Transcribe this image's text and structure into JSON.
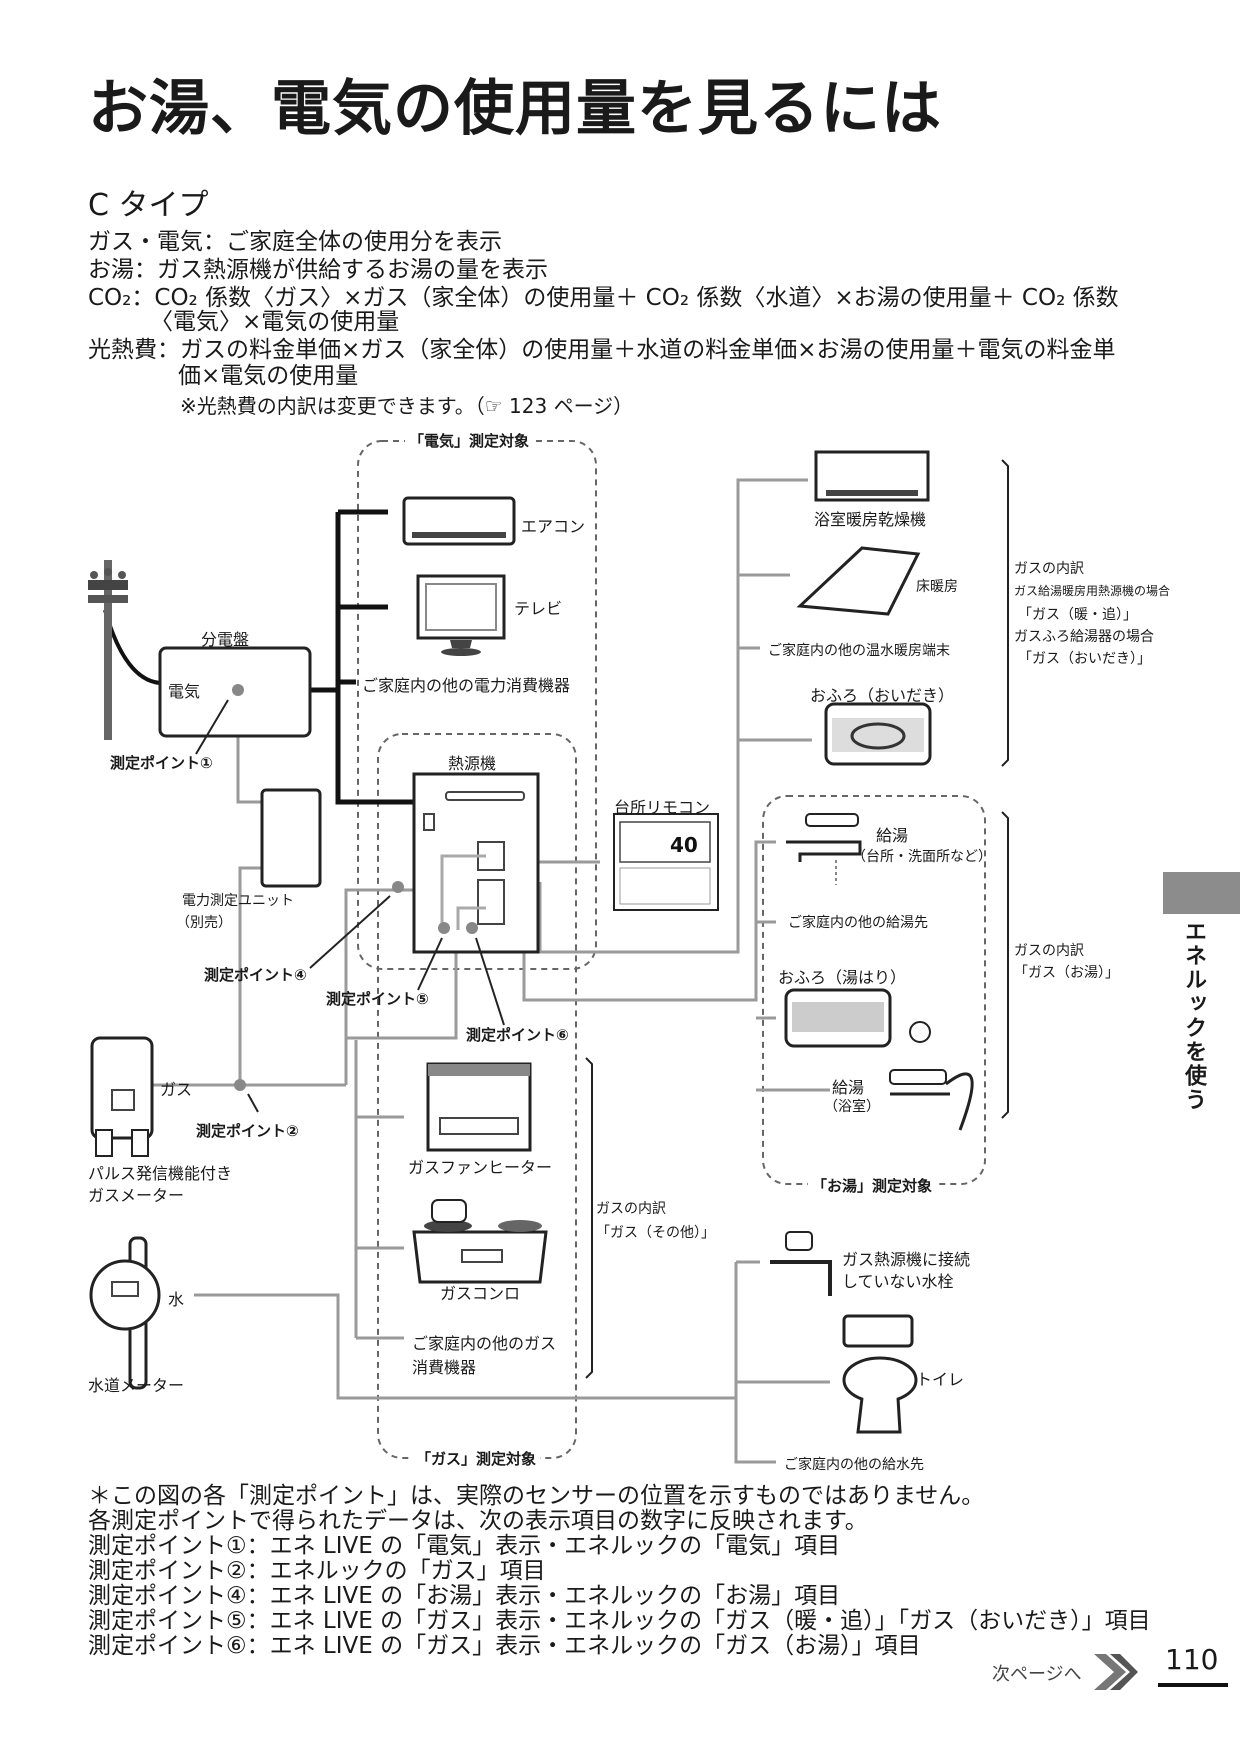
{
  "title": "お湯、電気の使用量を見るには",
  "subtitle": "C タイプ",
  "description": {
    "line1": "ガス・電気：ご家庭全体の使用分を表示",
    "line2": "お湯：ガス熱源機が供給するお湯の量を表示",
    "line3": "CO₂：CO₂ 係数〈ガス〉×ガス（家全体）の使用量＋ CO₂ 係数〈水道〉×お湯の使用量＋ CO₂ 係数",
    "line4": "〈電気〉×電気の使用量",
    "line5": "光熱費：ガスの料金単価×ガス（家全体）の使用量＋水道の料金単価×お湯の使用量＋電気の料金単",
    "line6": "価×電気の使用量",
    "note": "※光熱費の内訳は変更できます。（☞ 123 ページ）"
  },
  "diagram": {
    "electric_target": "「電気」測定対象",
    "gas_target": "「ガス」測定対象",
    "hotwater_target": "「お湯」測定対象",
    "aircon": "エアコン",
    "tv": "テレビ",
    "other_electric": "ご家庭内の他の電力消費機器",
    "panel": "分電盤",
    "electric": "電気",
    "point1": "測定ポイント①",
    "heat_source": "熱源機",
    "remote": "台所リモコン",
    "remote_display": "40",
    "power_unit_1": "電力測定ユニット",
    "power_unit_2": "（別売）",
    "point4": "測定ポイント④",
    "point5": "測定ポイント⑤",
    "point6": "測定ポイント⑥",
    "gas": "ガス",
    "point2": "測定ポイント②",
    "gas_meter_1": "パルス発信機能付き",
    "gas_meter_2": "ガスメーター",
    "water": "水",
    "water_meter": "水道メーター",
    "bath_dryer": "浴室暖房乾燥機",
    "floor_heater": "床暖房",
    "other_hot_water_heating": "ご家庭内の他の温水暖房端末",
    "bath_reheat": "おふろ（おいだき）",
    "gas_breakdown_1_title": "ガスの内訳",
    "gas_breakdown_1_a": "ガス給湯暖房用熱源機の場合",
    "gas_breakdown_1_b": "「ガス（暖・追）」",
    "gas_breakdown_1_c": "ガスふろ給湯器の場合",
    "gas_breakdown_1_d": "「ガス（おいだき）」",
    "hot_supply": "給湯",
    "hot_supply_sub": "（台所・洗面所など）",
    "other_hot_supply": "ご家庭内の他の給湯先",
    "bath_fill": "おふろ（湯はり）",
    "bath_supply": "給湯",
    "bath_supply_sub": "（浴室）",
    "gas_breakdown_2_title": "ガスの内訳",
    "gas_breakdown_2_a": "「ガス（お湯）」",
    "fan_heater": "ガスファンヒーター",
    "stove": "ガスコンロ",
    "other_gas_1": "ご家庭内の他のガス",
    "other_gas_2": "消費機器",
    "gas_breakdown_3_title": "ガスの内訳",
    "gas_breakdown_3_a": "「ガス（その他）」",
    "faucet_1": "ガス熱源機に接続",
    "faucet_2": "していない水栓",
    "toilet": "トイレ",
    "other_water": "ご家庭内の他の給水先"
  },
  "footnotes": {
    "line1": "＊この図の各「測定ポイント」は、実際のセンサーの位置を示すものではありません。",
    "line2": "各測定ポイントで得られたデータは、次の表示項目の数字に反映されます。",
    "line3": "測定ポイント①：エネ LIVE の「電気」表示・エネルックの「電気」項目",
    "line4": "測定ポイント②：エネルックの「ガス」項目",
    "line5": "測定ポイント④：エネ LIVE の「お湯」表示・エネルックの「お湯」項目",
    "line6": "測定ポイント⑤：エネ LIVE の「ガス」表示・エネルックの「ガス（暖・追）」「ガス（おいだき）」項目",
    "line7": "測定ポイント⑥：エネ LIVE の「ガス」表示・エネルックの「ガス（お湯）」項目"
  },
  "side_tab": "エネルックを使う",
  "next_page": "次ページへ",
  "page_number": "110"
}
